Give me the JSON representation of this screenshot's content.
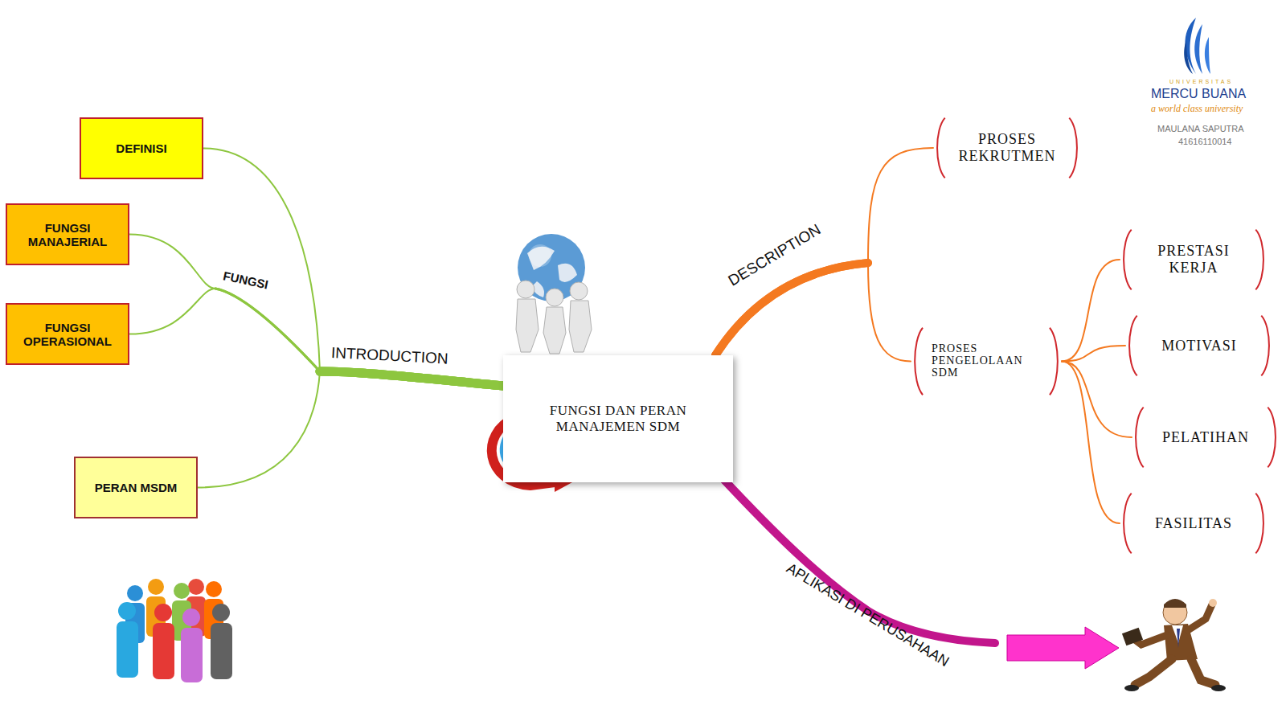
{
  "diagram": {
    "nodes": [
      {
        "text": [
          "FUNGSI DAN PERAN MANAJEMEN SDM"
        ]
      },
      {
        "text": [
          "DEFINISI"
        ]
      },
      {
        "text": [
          "FUNGSI MANAJERIAL"
        ]
      },
      {
        "text": [
          "FUNGSI OPERASIONAL"
        ]
      },
      {
        "text": [
          "PERAN MSDM"
        ]
      },
      {
        "text": [
          "PROSES REKRUTMEN"
        ]
      },
      {
        "text": [
          "PROSES PENGELOLAAN SDM"
        ]
      },
      {
        "text": [
          "PRESTASI KERJA"
        ]
      },
      {
        "text": [
          "MOTIVASI"
        ]
      },
      {
        "text": [
          "PELATIHAN"
        ]
      },
      {
        "text": [
          "FASILITAS"
        ]
      }
    ],
    "edges": [
      {
        "from": 0,
        "to": 1,
        "arrow": "none"
      },
      {
        "from": 0,
        "to": 2,
        "arrow": "none"
      },
      {
        "from": 0,
        "to": 3,
        "arrow": "none"
      },
      {
        "from": 0,
        "to": 4,
        "arrow": "none"
      },
      {
        "from": 0,
        "to": 5,
        "arrow": "none"
      },
      {
        "from": 0,
        "to": 6,
        "arrow": "none"
      },
      {
        "from": 6,
        "to": 7,
        "arrow": "none"
      },
      {
        "from": 6,
        "to": 8,
        "arrow": "none"
      },
      {
        "from": 6,
        "to": 9,
        "arrow": "none"
      },
      {
        "from": 6,
        "to": 10,
        "arrow": "none"
      }
    ],
    "labels": [
      "INTRODUCTION",
      "FUNGSI",
      "DESCRIPTION",
      "APLIKASI DI PERUSAHAAN",
      "UNIVERSITAS",
      "MERCU BUANA",
      "a world class university",
      "MAULANA SAPUTRA",
      "41616110014"
    ]
  }
}
